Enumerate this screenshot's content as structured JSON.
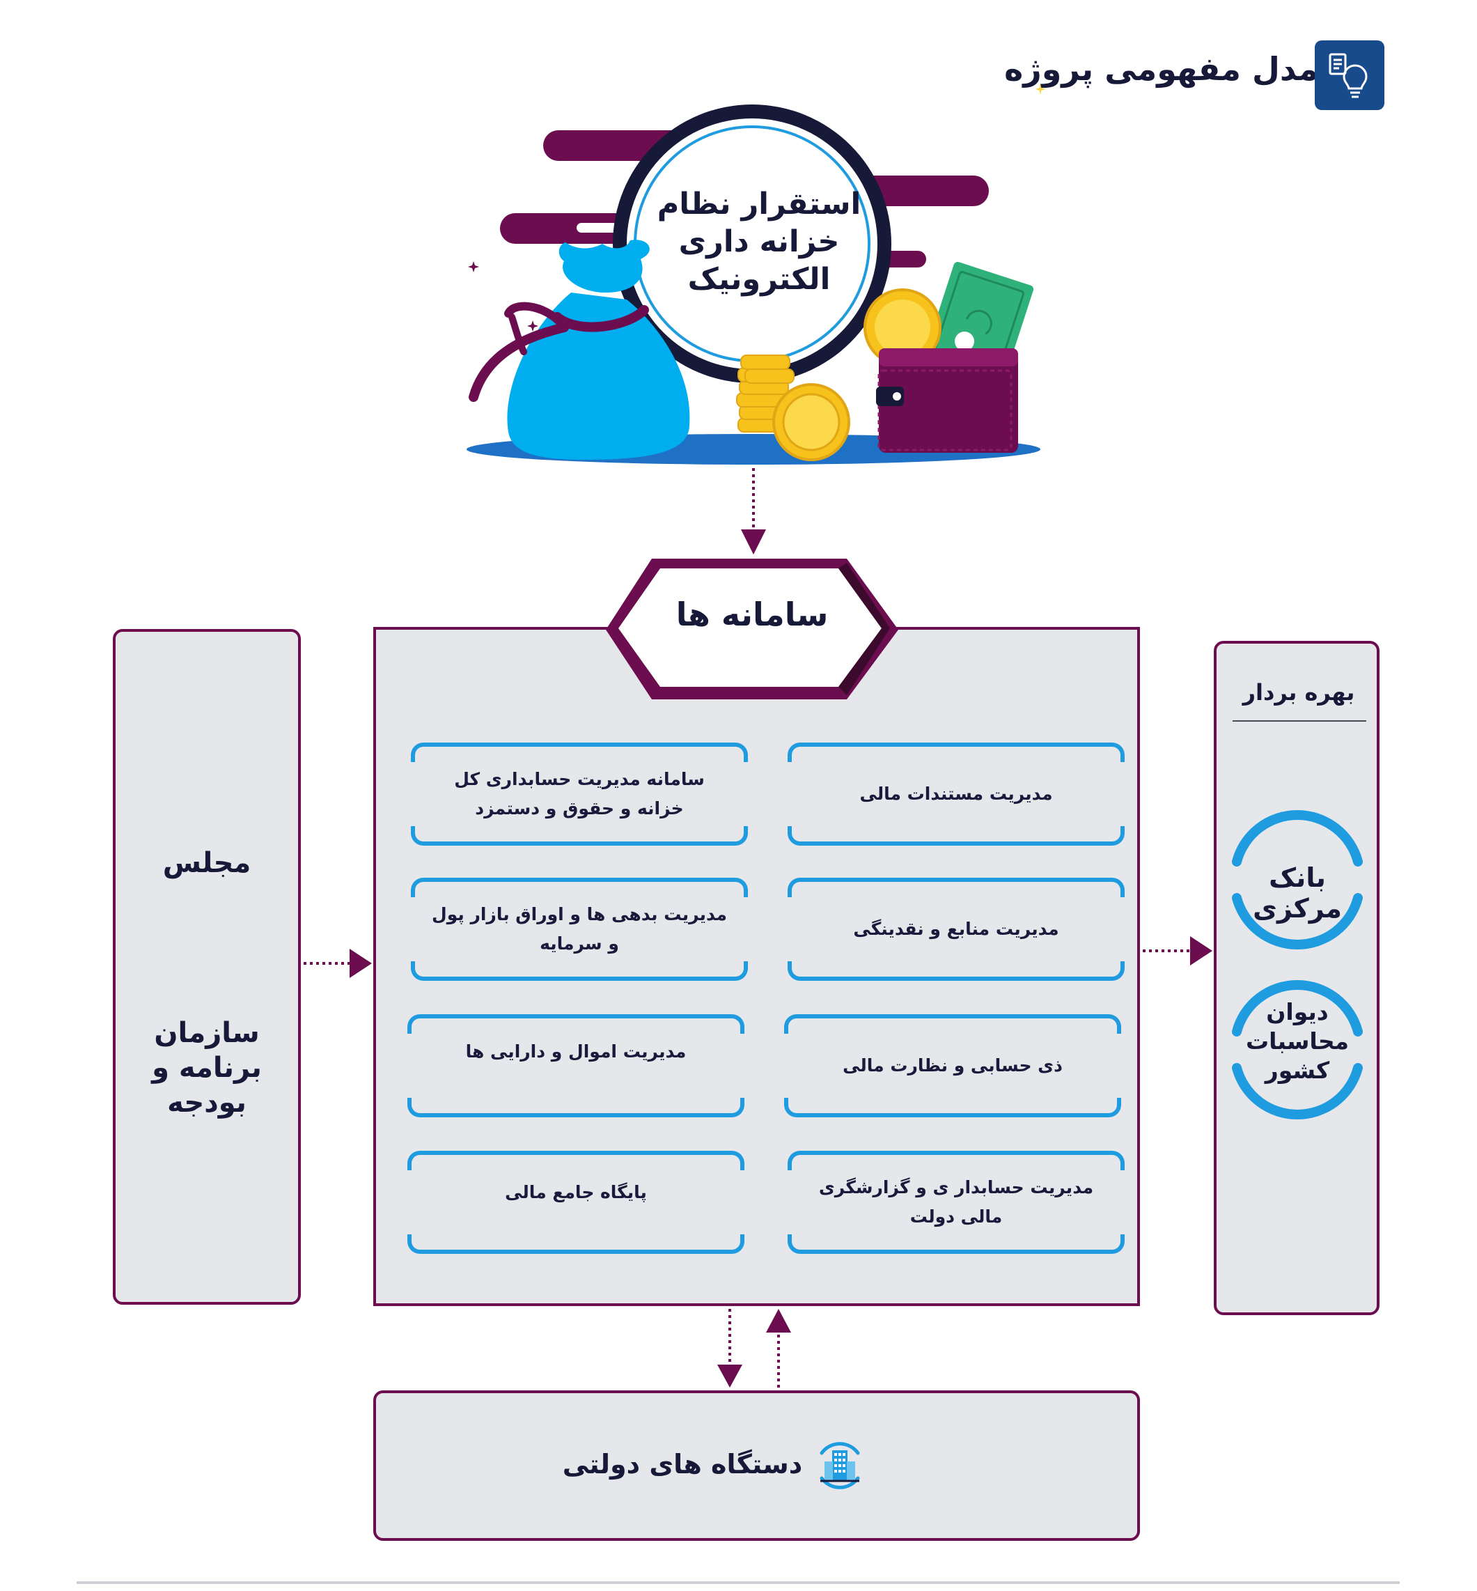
{
  "header": {
    "title": "مدل مفهومی پروژه",
    "icon": "lightbulb-document-icon"
  },
  "hero": {
    "lines": [
      "استقرار نظام",
      "خزانه داری",
      "الکترونیک"
    ]
  },
  "systems": {
    "title": "سامانه ها",
    "cards": [
      "مدیریت مستندات مالی",
      "سامانه مدیریت حسابداری کل خزانه و حقوق و دستمزد",
      "مدیریت منابع و نقدینگی",
      "مدیریت بدهی ها و اوراق بازار پول و سرمایه",
      "ذی حسابی و نظارت مالی",
      "مدیریت اموال و دارایی ها",
      "مدیریت حسابدار ی و گزارشگری مالی دولت",
      "پایگاه جامع مالی"
    ]
  },
  "left_panel": {
    "item1": "مجلس",
    "item2": "سازمان برنامه و بودجه"
  },
  "right_panel": {
    "title": "بهره بردار",
    "items": [
      "بانک مرکزی",
      "دیوان محاسبات کشور"
    ]
  },
  "bottom_panel": {
    "label": "دستگاه های دولتی",
    "icon": "government-building-icon"
  },
  "colors": {
    "primary_purple": "#6c0d4f",
    "accent_blue": "#1f9ce0",
    "hero_blue": "#00aeef",
    "dark_navy": "#161937",
    "panel_gray": "#e6e7ea"
  }
}
